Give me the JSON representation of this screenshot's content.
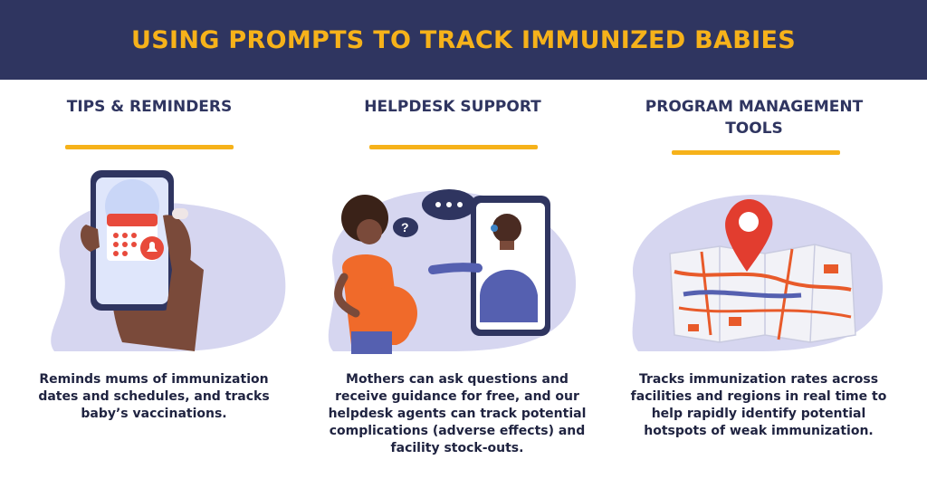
{
  "header": {
    "title": "USING PROMPTS TO TRACK IMMUNIZED BABIES"
  },
  "columns": [
    {
      "title": "TIPS & REMINDERS",
      "description": "Reminds mums of immunization dates and schedules, and tracks baby’s vaccinations."
    },
    {
      "title": "HELPDESK SUPPORT",
      "description": "Mothers can ask questions and receive guidance for free, and our helpdesk agents can track potential complications (adverse effects) and facility stock-outs."
    },
    {
      "title": "PROGRAM MANAGEMENT TOOLS",
      "description": "Tracks immunization rates across facilities and regions in real time to help rapidly identify potential hotspots of weak immunization."
    }
  ],
  "colors": {
    "banner": "#2f3560",
    "accent": "#f6b21a",
    "blob": "#d6d6f0",
    "text": "#1f2340"
  },
  "icons": {
    "col1": "phone-calendar-reminder-icon",
    "col2": "mother-helpdesk-video-call-icon",
    "col3": "map-location-pin-icon"
  }
}
